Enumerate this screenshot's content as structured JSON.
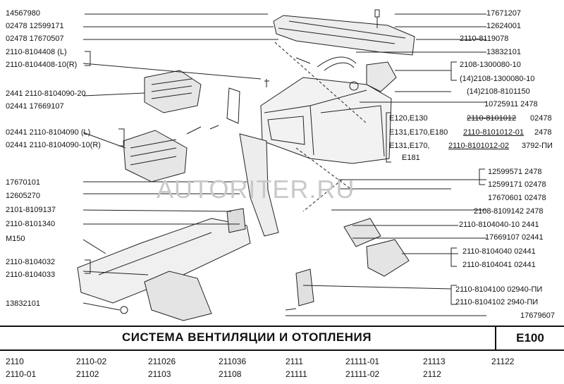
{
  "watermark": "AUTORITER.RU",
  "left_labels": [
    "14567980",
    "02478  12599171",
    "02478  17670507",
    "2110-8104408       (L)",
    "2110-8104408-10(R)",
    "2441  2110-8104090-20",
    "02441  17669107",
    "02441  2110-8104090       (L)",
    "02441  2110-8104090-10(R)",
    "17670101",
    "12605270",
    "2101-8109137",
    "2110-8101340",
    "M150",
    "2110-8104032",
    "2110-8104033",
    "13832101"
  ],
  "right_labels": [
    "17671207",
    "12624001",
    "2110-8119078",
    "13832101",
    "2108-1300080-10",
    "(14)2108-1300080-10",
    "(14)2108-8101150",
    "10725911  2478",
    "12599571    2478",
    "12599171  02478",
    "17670601  02478",
    "2108-8109142  2478",
    "2110-8104040-10  2441",
    "17669107  02441",
    "2110-8104040  02441",
    "2110-8104041  02441",
    "2110-8104100  02940-ПИ",
    "2110-8104102    2940-ПИ",
    "17679607"
  ],
  "heater_table": {
    "variants": [
      "Е120,Е130",
      "Е131,Е170,Е180",
      "Е131,Е170,",
      "Е181"
    ],
    "numbers": [
      "2110-8101012",
      "2110-8101012-01",
      "2110-8101012-02"
    ],
    "suffixes": [
      "02478",
      "2478",
      "3792-ПИ"
    ]
  },
  "title": "СИСТЕМА  ВЕНТИЛЯЦИИ  И  ОТОПЛЕНИЯ",
  "section_code": "Е100",
  "models": [
    "2110",
    "2110-01",
    "2110-02",
    "21102",
    "211026",
    "21103",
    "211036",
    "21108",
    "2111",
    "21111",
    "21111-01",
    "21111-02",
    "21113",
    "2112",
    "21122"
  ]
}
